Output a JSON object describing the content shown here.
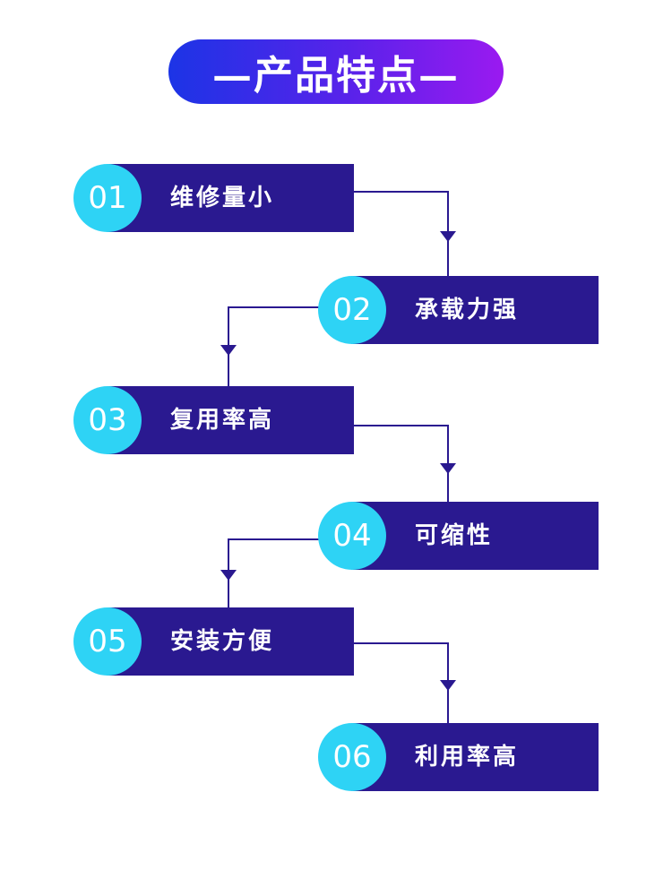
{
  "title": "—产品特点—",
  "colors": {
    "title_gradient_start": "#1c34e6",
    "title_gradient_end": "#9a1af0",
    "bar": "#2a1990",
    "circle": "#2ed3f5",
    "connector": "#2a1990"
  },
  "steps": [
    {
      "num": "01",
      "label": "维修量小"
    },
    {
      "num": "02",
      "label": "承载力强"
    },
    {
      "num": "03",
      "label": "复用率高"
    },
    {
      "num": "04",
      "label": "可缩性"
    },
    {
      "num": "05",
      "label": "安装方便"
    },
    {
      "num": "06",
      "label": "利用率高"
    }
  ]
}
